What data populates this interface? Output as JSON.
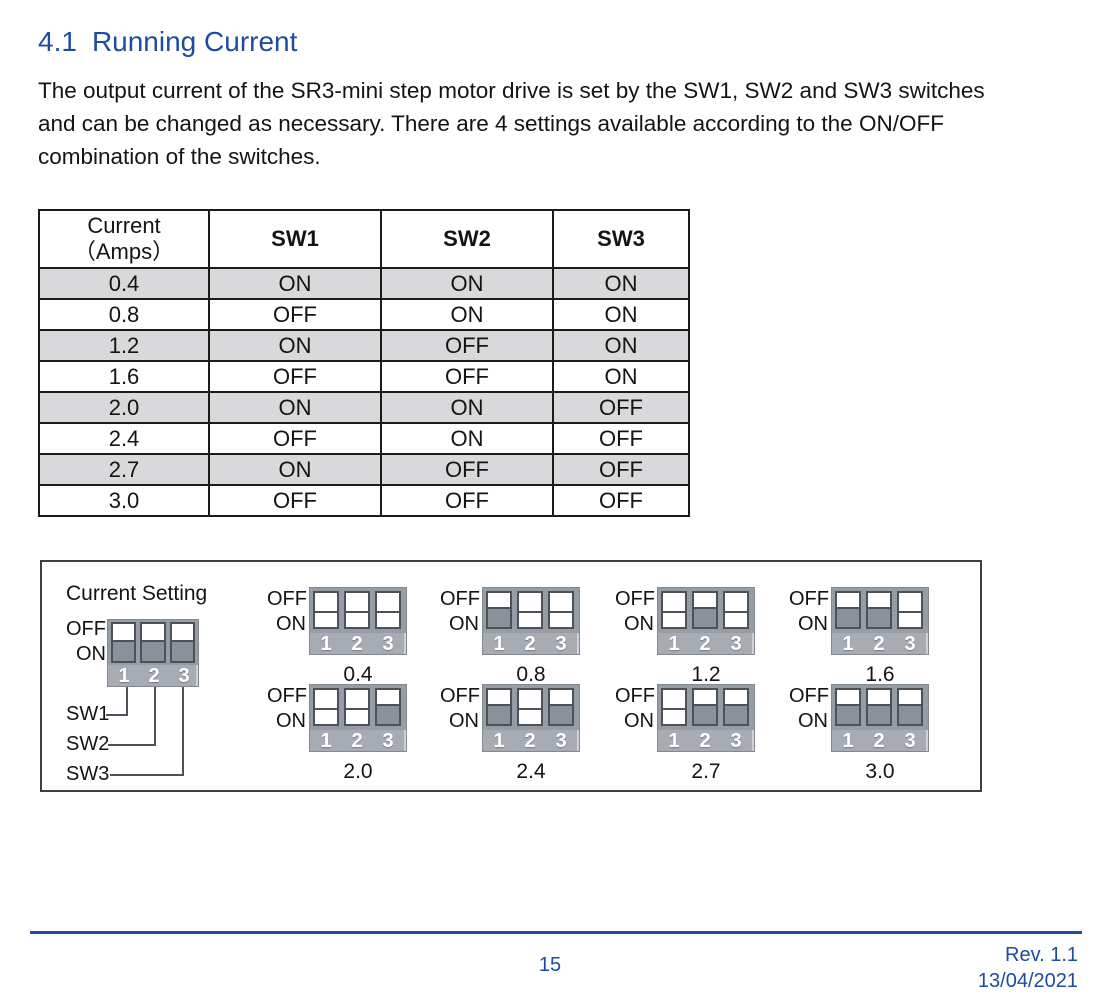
{
  "heading": {
    "number": "4.1",
    "title": "Running Current"
  },
  "intro_lines": [
    "The output current of the SR3-mini step motor drive is set by the SW1, SW2 and SW3 switches",
    "and can be changed as necessary. There are 4 settings available according to the ON/OFF",
    "combination of the switches."
  ],
  "table": {
    "header": {
      "current_line1": "Current",
      "current_line2": "（Amps）",
      "sw1": "SW1",
      "sw2": "SW2",
      "sw3": "SW3"
    },
    "rows": [
      {
        "current": "0.4",
        "sw1": "ON",
        "sw2": "ON",
        "sw3": "ON"
      },
      {
        "current": "0.8",
        "sw1": "OFF",
        "sw2": "ON",
        "sw3": "ON"
      },
      {
        "current": "1.2",
        "sw1": "ON",
        "sw2": "OFF",
        "sw3": "ON"
      },
      {
        "current": "1.6",
        "sw1": "OFF",
        "sw2": "OFF",
        "sw3": "ON"
      },
      {
        "current": "2.0",
        "sw1": "ON",
        "sw2": "ON",
        "sw3": "OFF"
      },
      {
        "current": "2.4",
        "sw1": "OFF",
        "sw2": "ON",
        "sw3": "OFF"
      },
      {
        "current": "2.7",
        "sw1": "ON",
        "sw2": "OFF",
        "sw3": "OFF"
      },
      {
        "current": "3.0",
        "sw1": "OFF",
        "sw2": "OFF",
        "sw3": "OFF"
      }
    ]
  },
  "diagram": {
    "legend_title": "Current Setting",
    "off_label": "OFF",
    "on_label": "ON",
    "numbers": [
      "1",
      "2",
      "3"
    ],
    "switch_labels": [
      "SW1",
      "SW2",
      "SW3"
    ],
    "settings": [
      {
        "value": "0.4",
        "states": [
          "ON",
          "ON",
          "ON"
        ]
      },
      {
        "value": "0.8",
        "states": [
          "OFF",
          "ON",
          "ON"
        ]
      },
      {
        "value": "1.2",
        "states": [
          "ON",
          "OFF",
          "ON"
        ]
      },
      {
        "value": "1.6",
        "states": [
          "OFF",
          "OFF",
          "ON"
        ]
      },
      {
        "value": "2.0",
        "states": [
          "ON",
          "ON",
          "OFF"
        ]
      },
      {
        "value": "2.4",
        "states": [
          "OFF",
          "ON",
          "OFF"
        ]
      },
      {
        "value": "2.7",
        "states": [
          "ON",
          "OFF",
          "OFF"
        ]
      },
      {
        "value": "3.0",
        "states": [
          "OFF",
          "OFF",
          "OFF"
        ]
      }
    ]
  },
  "footer": {
    "page_number": "15",
    "revision": "Rev. 1.1",
    "date": "13/04/2021"
  },
  "colors": {
    "accent_blue": "#1d4ca0",
    "row_shade": "#d9d9db",
    "dip_body": "#a7acb4",
    "dip_recess": "#8b9199",
    "line_dark": "#4d525a"
  }
}
